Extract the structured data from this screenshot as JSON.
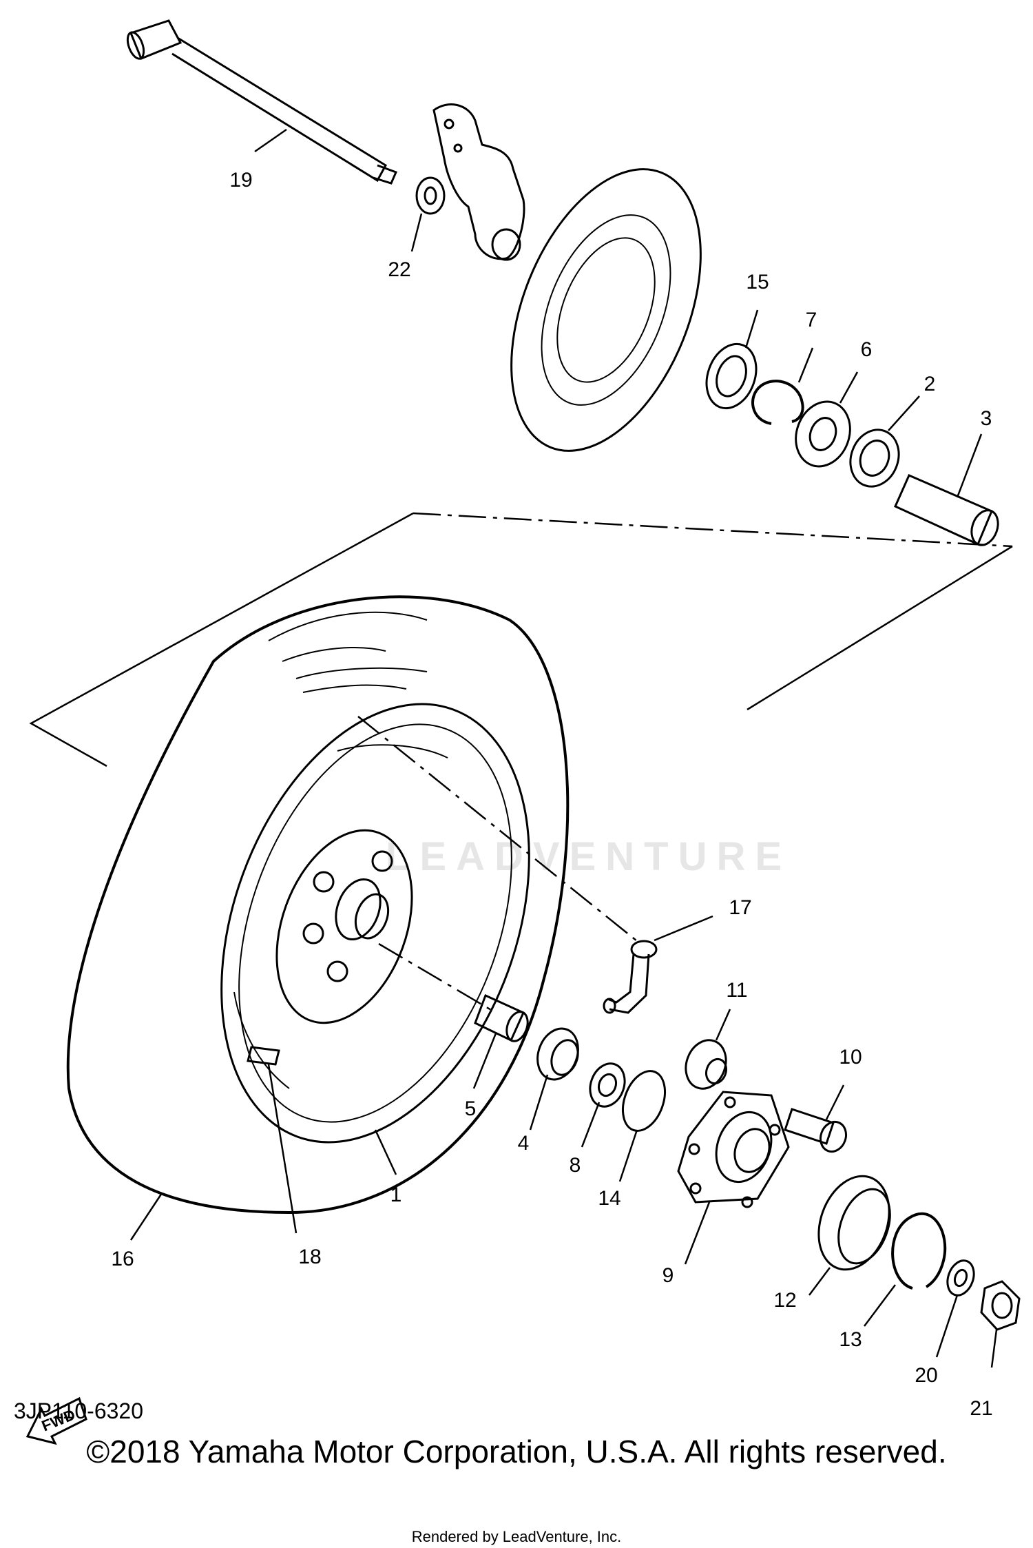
{
  "diagram": {
    "part_numbers": [
      "1",
      "2",
      "3",
      "4",
      "5",
      "6",
      "7",
      "8",
      "9",
      "10",
      "11",
      "12",
      "13",
      "14",
      "15",
      "16",
      "17",
      "18",
      "19",
      "20",
      "21",
      "22"
    ],
    "fwd_label": "FWD",
    "diagram_code": "3JP110-6320",
    "copyright": "©2018 Yamaha Motor Corporation, U.S.A. All rights reserved.",
    "rendered_by": "Rendered by LeadVenture, Inc.",
    "watermark": "LEADVENTURE"
  }
}
